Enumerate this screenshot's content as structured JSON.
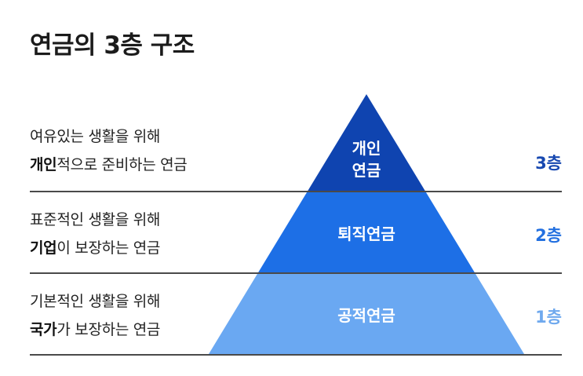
{
  "title": "연금의 3층 구조",
  "tiers": [
    {
      "level_label": "3층",
      "pyramid_label_line1": "개인",
      "pyramid_label_line2": "연금",
      "desc_line1": "여유있는 생활을 위해",
      "desc_line2_bold": "개인",
      "desc_line2_rest": "적으로 준비하는 연금",
      "color": "#0f44b0",
      "label_color": "#1748b0"
    },
    {
      "level_label": "2층",
      "pyramid_label": "퇴직연금",
      "desc_line1": "표준적인 생활을 위해",
      "desc_line2_bold": "기업",
      "desc_line2_rest": "이 보장하는 연금",
      "color": "#1d6fe6",
      "label_color": "#2370e0"
    },
    {
      "level_label": "1층",
      "pyramid_label": "공적연금",
      "desc_line1": "기본적인 생활을 위해",
      "desc_line2_bold": "국가",
      "desc_line2_rest": "가 보장하는 연금",
      "color": "#6aa8f2",
      "label_color": "#6fa9ee"
    }
  ]
}
